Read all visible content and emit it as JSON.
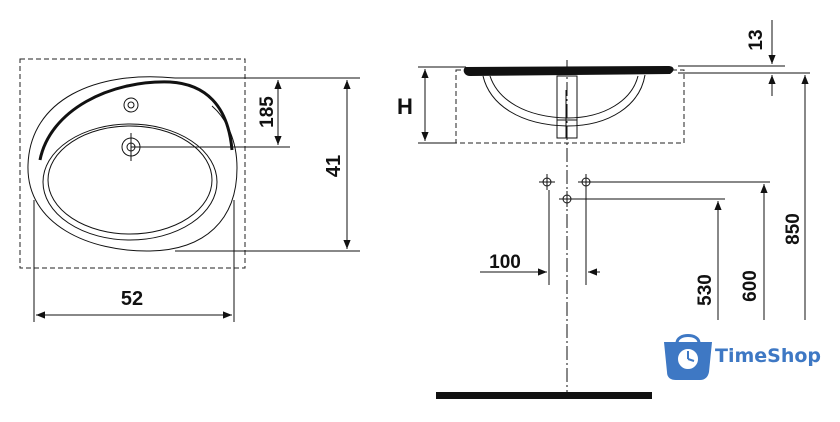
{
  "diagram": {
    "top_view": {
      "width_label": "52",
      "depth_label": "41",
      "tap_hole_offset_label": "185"
    },
    "side_view": {
      "height_label": "H",
      "rim_thickness_label": "13",
      "waste_offset_label": "100",
      "waste_height_label": "530",
      "supply_height_label": "600",
      "rim_height_label": "850"
    }
  },
  "watermark": {
    "brand": "TimeShop",
    "icon": "clock-cart-icon",
    "color": "#3e78c4"
  }
}
